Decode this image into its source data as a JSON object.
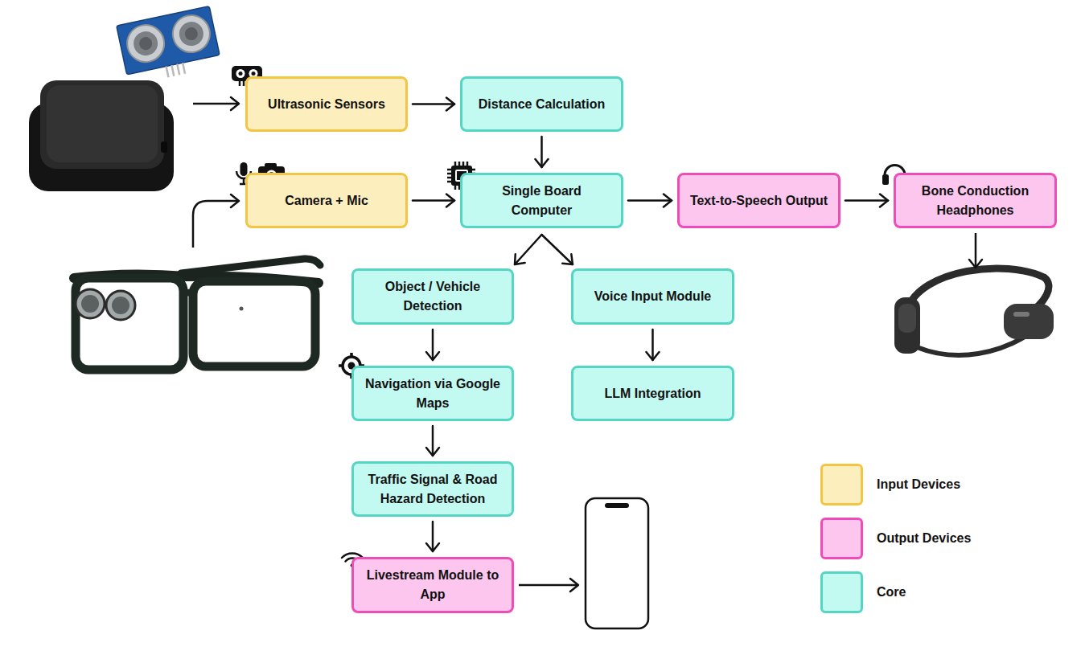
{
  "diagram": {
    "nodes": [
      {
        "text": [
          "Ultrasonic Sensors"
        ]
      },
      {
        "text": [
          "Distance Calculation"
        ]
      },
      {
        "text": [
          "Camera + Mic"
        ]
      },
      {
        "text": [
          "Single Board Computer"
        ]
      },
      {
        "text": [
          "Text-to-Speech Output"
        ]
      },
      {
        "text": [
          "Bone Conduction Headphones"
        ]
      },
      {
        "text": [
          "Object / Vehicle Detection"
        ]
      },
      {
        "text": [
          "Voice Input Module"
        ]
      },
      {
        "text": [
          "Navigation via Google Maps"
        ]
      },
      {
        "text": [
          "LLM Integration"
        ]
      },
      {
        "text": [
          "Traffic Signal & Road Hazard Detection"
        ]
      },
      {
        "text": [
          "Livestream Module to App"
        ]
      }
    ],
    "edges": [
      {
        "from": 0,
        "to": 1,
        "arrow": "to"
      },
      {
        "from": 1,
        "to": 3,
        "arrow": "to"
      },
      {
        "from": 2,
        "to": 3,
        "arrow": "to"
      },
      {
        "from": 3,
        "to": 4,
        "arrow": "to"
      },
      {
        "from": 4,
        "to": 5,
        "arrow": "to"
      },
      {
        "from": 3,
        "to": 6,
        "arrow": "to"
      },
      {
        "from": 3,
        "to": 7,
        "arrow": "to"
      },
      {
        "from": 6,
        "to": 8,
        "arrow": "to"
      },
      {
        "from": 8,
        "to": 10,
        "arrow": "to"
      },
      {
        "from": 10,
        "to": 11,
        "arrow": "to"
      },
      {
        "from": 7,
        "to": 9,
        "arrow": "to"
      }
    ],
    "legend": [
      {
        "text": "Input Devices",
        "color": "#fdeebd"
      },
      {
        "text": "Output Devices",
        "color": "#fcc6ee"
      },
      {
        "text": "Core",
        "color": "#c2f9f1"
      }
    ]
  }
}
